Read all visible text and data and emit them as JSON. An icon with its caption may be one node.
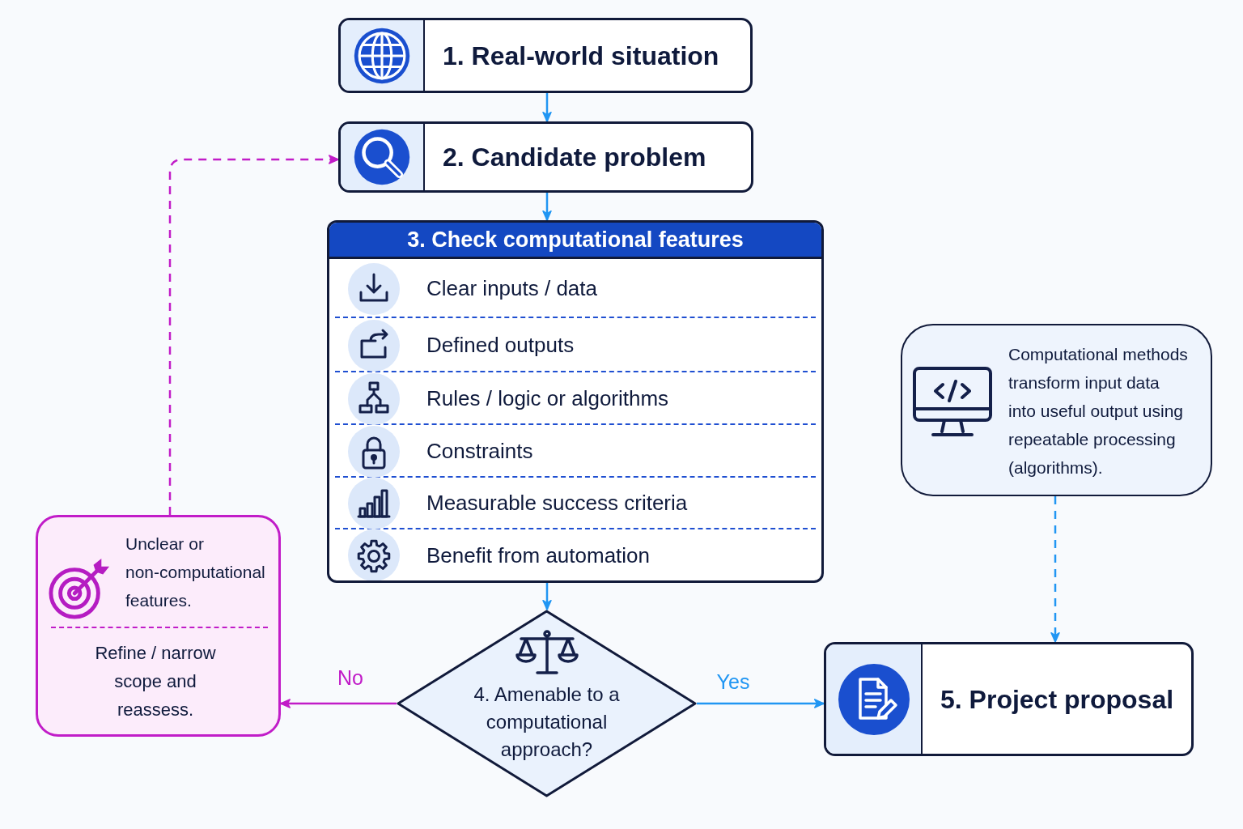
{
  "diagram": {
    "nodes": [
      {
        "text": [
          "1. Real-world situation"
        ]
      },
      {
        "text": [
          "2. Candidate problem"
        ]
      },
      {
        "text": [
          "3. Check computational features"
        ]
      },
      {
        "text": [
          "Clear inputs / data"
        ],
        "in": 2
      },
      {
        "text": [
          "Defined outputs"
        ],
        "in": 2
      },
      {
        "text": [
          "Rules / logic or algorithms"
        ],
        "in": 2
      },
      {
        "text": [
          "Constraints"
        ],
        "in": 2
      },
      {
        "text": [
          "Measurable success criteria"
        ],
        "in": 2
      },
      {
        "text": [
          "Benefit from automation"
        ],
        "in": 2
      },
      {
        "text": [
          "4. Amenable to a computational approach?"
        ]
      },
      {
        "text": [
          "5. Project proposal"
        ]
      },
      {
        "text": [
          "Computational methods transform input data into useful output using repeatable processing (algorithms)."
        ]
      },
      {
        "text": [
          "Unclear or non-computational features.",
          "Refine / narrow scope and reassess."
        ]
      }
    ],
    "edges": [
      {
        "from": 0,
        "to": 1,
        "arrow": "to"
      },
      {
        "from": 1,
        "to": 2,
        "arrow": "to"
      },
      {
        "from": 2,
        "to": 9,
        "arrow": "to"
      },
      {
        "from": 9,
        "to": 10,
        "arrow": "to",
        "label": "Yes"
      },
      {
        "from": 9,
        "to": 12,
        "arrow": "to",
        "label": "No",
        "color": "#c11cc8"
      },
      {
        "from": 12,
        "to": 1,
        "arrow": "to",
        "style": "dashed",
        "color": "#c11cc8"
      },
      {
        "from": 11,
        "to": 10,
        "arrow": "to",
        "style": "dashed"
      }
    ]
  }
}
